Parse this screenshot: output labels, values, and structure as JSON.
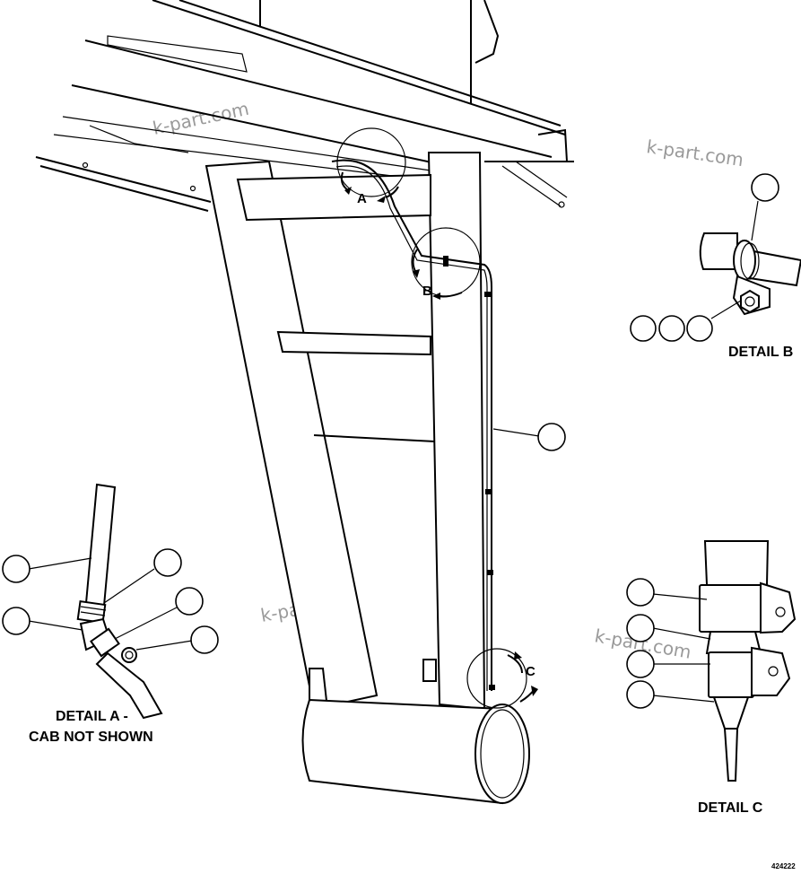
{
  "details": {
    "a_letter": "A",
    "b_letter": "B",
    "c_letter": "C",
    "detail_a_line1": "DETAIL A -",
    "detail_a_line2": "CAB NOT SHOWN",
    "detail_b": "DETAIL B",
    "detail_c": "DETAIL C"
  },
  "watermark": "k-part.com",
  "figure_number": "424222"
}
